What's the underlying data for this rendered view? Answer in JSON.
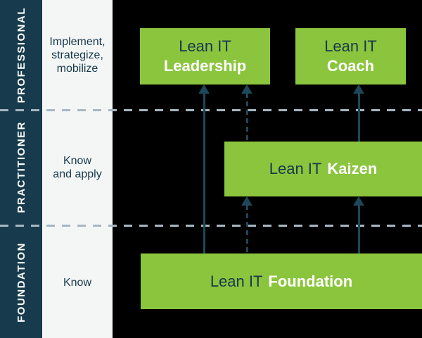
{
  "colors": {
    "green": "#8bc53e",
    "navy": "#173b4d",
    "navy-text": "#16384a",
    "arrow": "#1d4859",
    "bg": "#000000",
    "panel": "#f4f6f6",
    "dash": "#a6b7c1",
    "white": "#ffffff"
  },
  "levels": [
    {
      "label": "PROFESSIONAL",
      "description_lines": [
        "Implement,",
        "strategize,",
        "mobilize"
      ]
    },
    {
      "label": "PRACTITIONER",
      "description_lines": [
        "Know",
        "and apply"
      ]
    },
    {
      "label": "FOUNDATION",
      "description_lines": [
        "Know"
      ]
    }
  ],
  "certifications": [
    {
      "id": "leadership",
      "brand": "Lean IT",
      "name": "Leadership"
    },
    {
      "id": "coach",
      "brand": "Lean IT",
      "name": "Coach"
    },
    {
      "id": "kaizen",
      "brand": "Lean IT",
      "name": "Kaizen"
    },
    {
      "id": "foundation",
      "brand": "Lean IT",
      "name": "Foundation"
    }
  ],
  "connections": [
    {
      "from": "foundation",
      "to": "leadership",
      "style": "solid"
    },
    {
      "from": "foundation",
      "to": "kaizen",
      "style": "dashed"
    },
    {
      "from": "kaizen",
      "to": "leadership",
      "style": "dashed"
    },
    {
      "from": "foundation",
      "to": "kaizen",
      "style": "solid"
    },
    {
      "from": "kaizen",
      "to": "coach",
      "style": "solid"
    }
  ]
}
